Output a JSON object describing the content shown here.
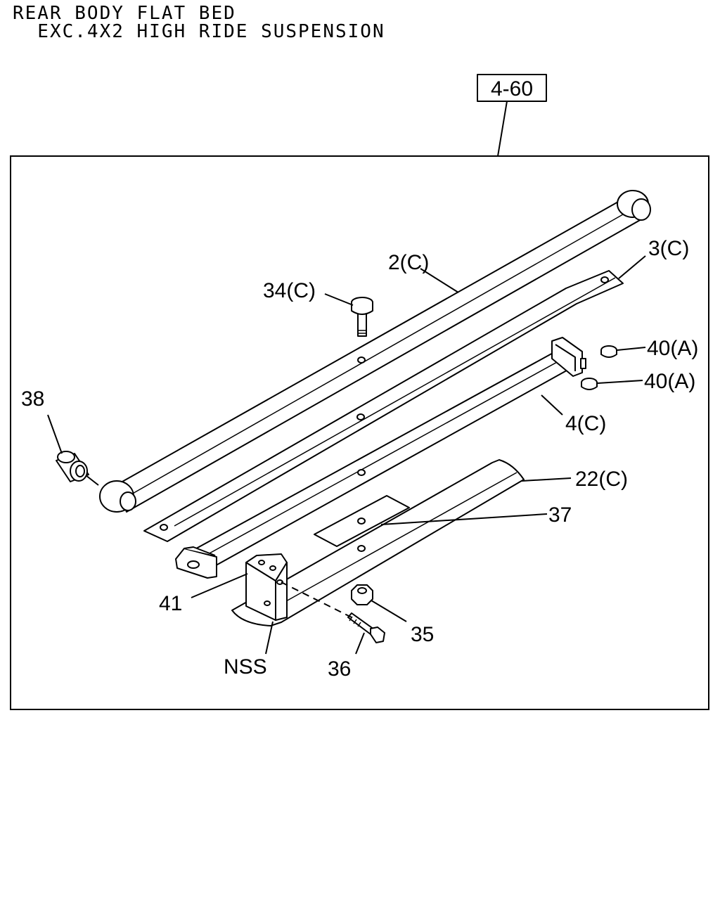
{
  "title": {
    "line1": "REAR BODY FLAT BED",
    "line2": "  EXC.4X2 HIGH RIDE SUSPENSION"
  },
  "reference_box": "4-60",
  "callouts": {
    "c2": "2(C)",
    "c3": "3(C)",
    "c34": "34(C)",
    "c38": "38",
    "c40a": "40(A)",
    "c40b": "40(A)",
    "c4": "4(C)",
    "c22": "22(C)",
    "c37": "37",
    "c41": "41",
    "c35": "35",
    "c36": "36",
    "nss": "NSS"
  }
}
